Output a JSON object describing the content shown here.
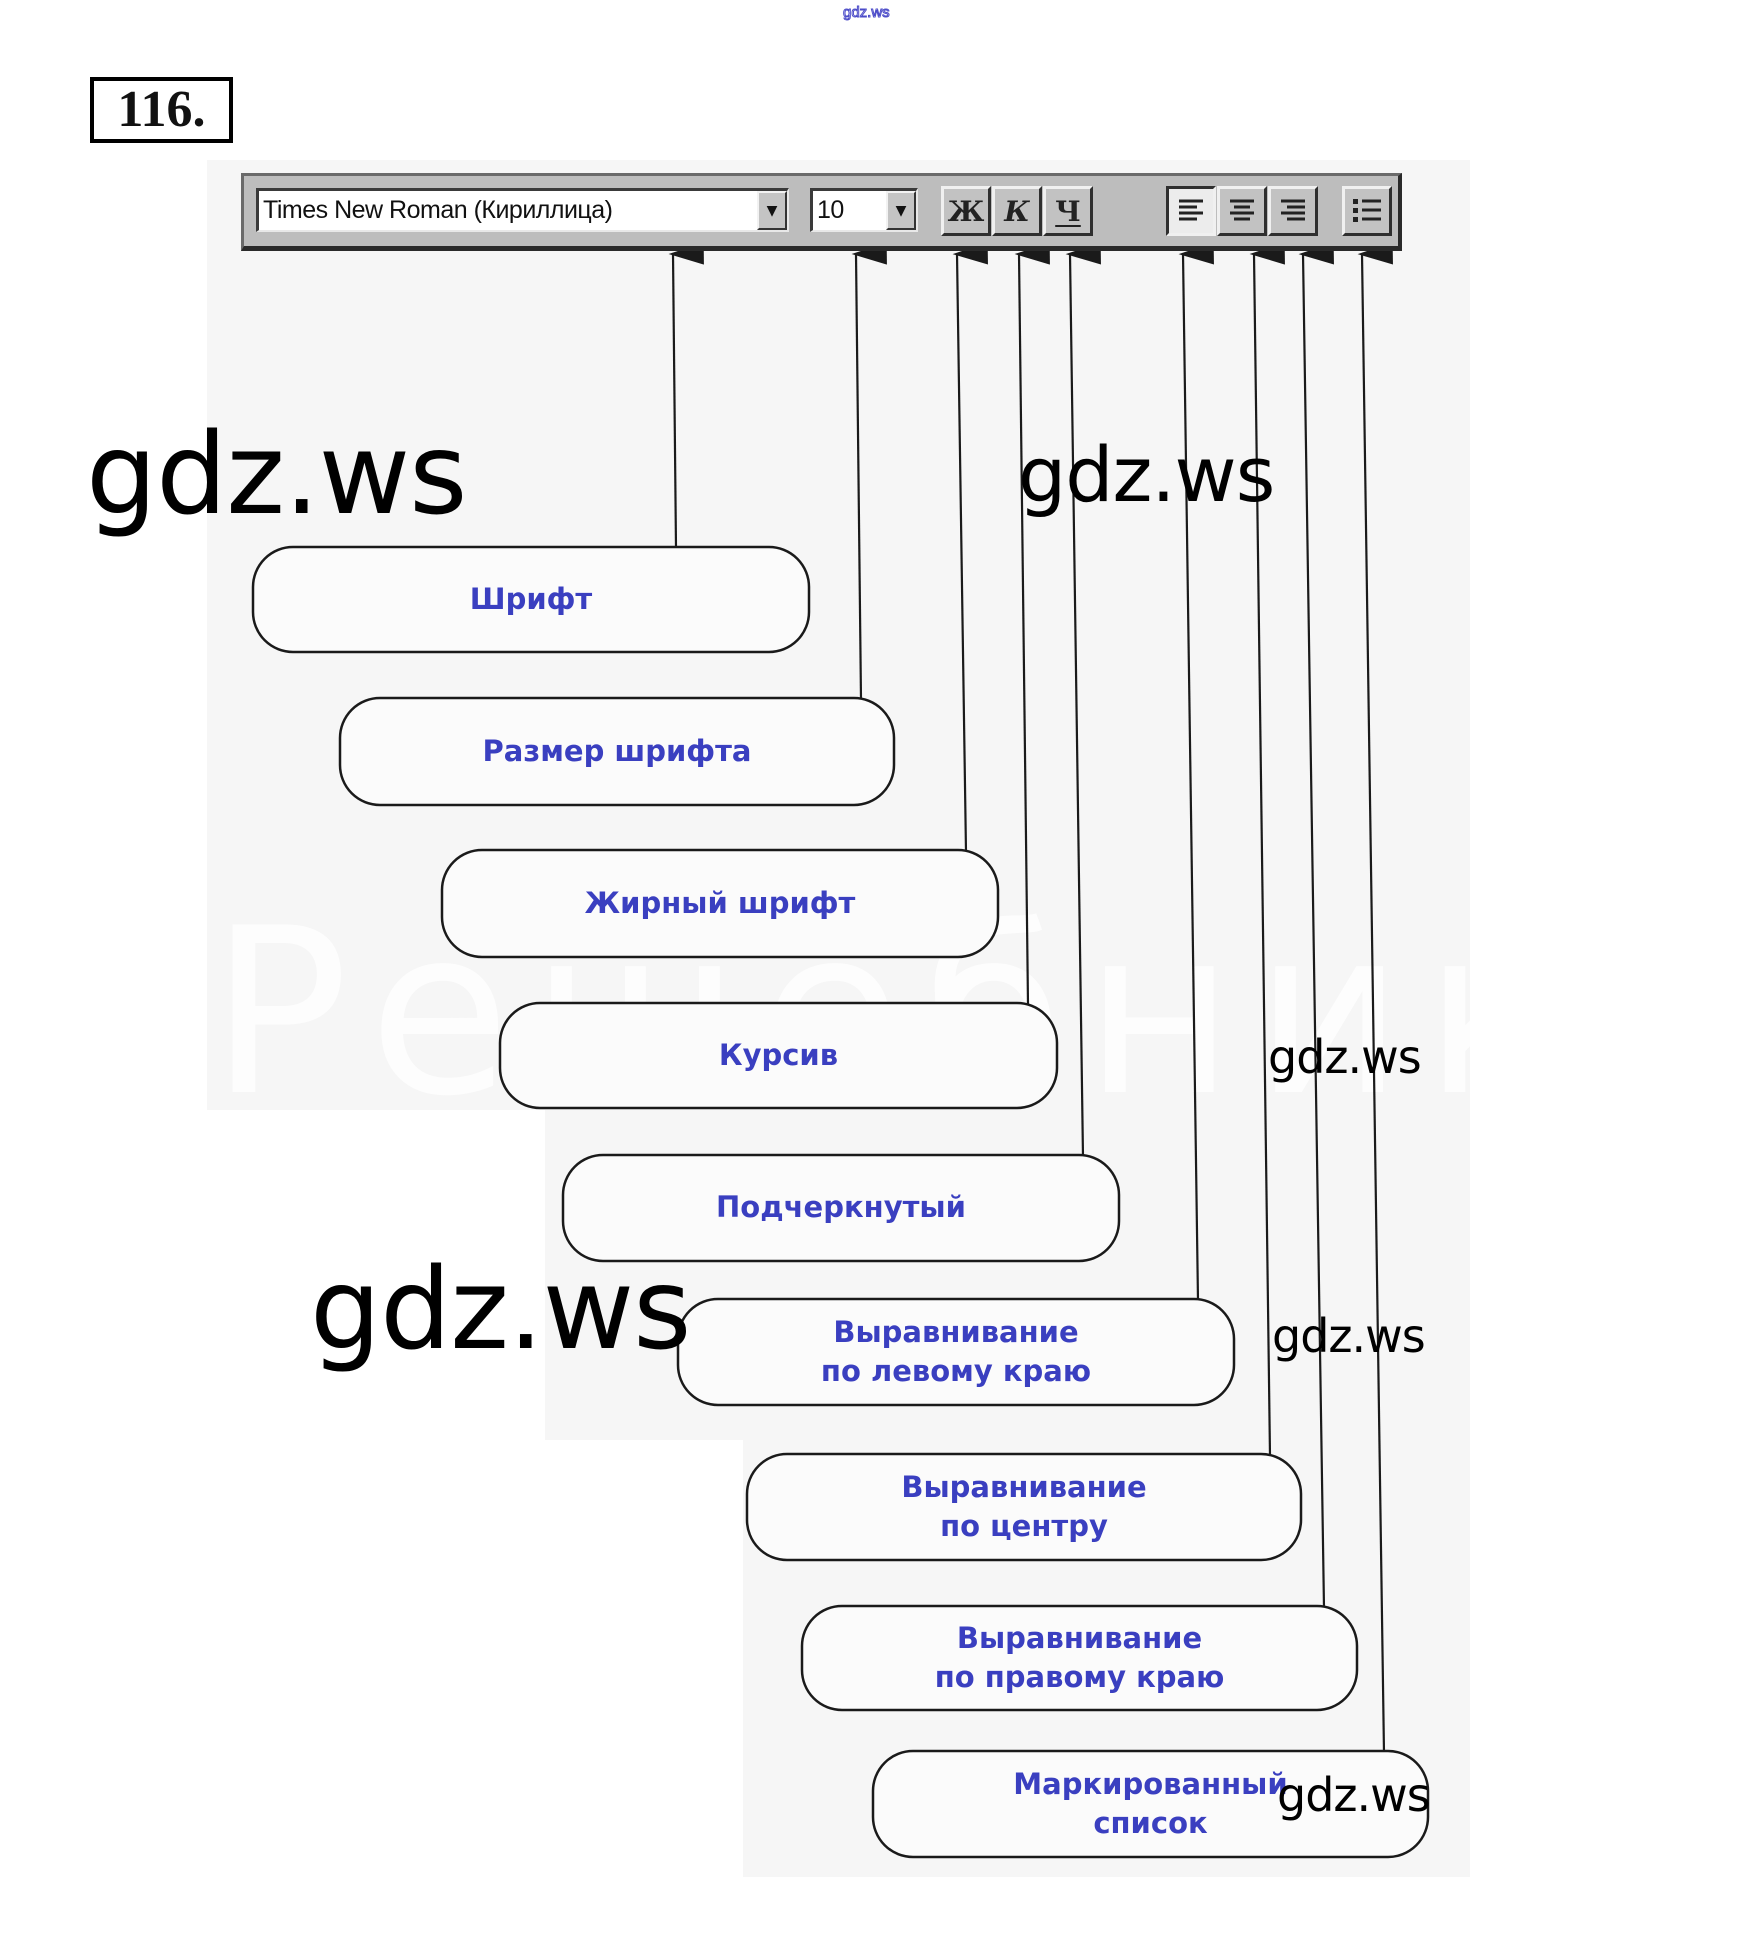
{
  "watermarks": {
    "top_small": "gdz.ws",
    "large_1": "gdz.ws",
    "large_2": "gdz.ws",
    "large_3": "gdz.ws",
    "small_1": "gdz.ws",
    "small_2": "gdz.ws",
    "small_3": "gdz.ws",
    "background_faint": "Решебник"
  },
  "task_number": "116.",
  "toolbar": {
    "font_name": "Times New Roman (Кириллица)",
    "font_size": "10",
    "dropdown_arrow": "▼",
    "bold_glyph": "Ж",
    "italic_glyph": "К",
    "underline_glyph": "Ч",
    "align_left_pressed": true
  },
  "labels": [
    {
      "id": "font",
      "lines": [
        "Шрифт"
      ],
      "target": "font-name-combo"
    },
    {
      "id": "font-size",
      "lines": [
        "Размер шрифта"
      ],
      "target": "font-size-combo"
    },
    {
      "id": "bold",
      "lines": [
        "Жирный шрифт"
      ],
      "target": "bold-button"
    },
    {
      "id": "italic",
      "lines": [
        "Курсив"
      ],
      "target": "italic-button"
    },
    {
      "id": "underline",
      "lines": [
        "Подчеркнутый"
      ],
      "target": "underline-button"
    },
    {
      "id": "align-left",
      "lines": [
        "Выравнивание",
        "по левому краю"
      ],
      "target": "align-left-button"
    },
    {
      "id": "align-center",
      "lines": [
        "Выравнивание",
        "по центру"
      ],
      "target": "align-center-button"
    },
    {
      "id": "align-right",
      "lines": [
        "Выравнивание",
        "по правому краю"
      ],
      "target": "align-right-button"
    },
    {
      "id": "bullets",
      "lines": [
        "Маркированный",
        "список"
      ],
      "target": "bulleted-list-button"
    }
  ],
  "colors": {
    "label_text": "#3a3fc0",
    "toolbar_face": "#bdbdbd",
    "line": "#1a1a1a"
  }
}
